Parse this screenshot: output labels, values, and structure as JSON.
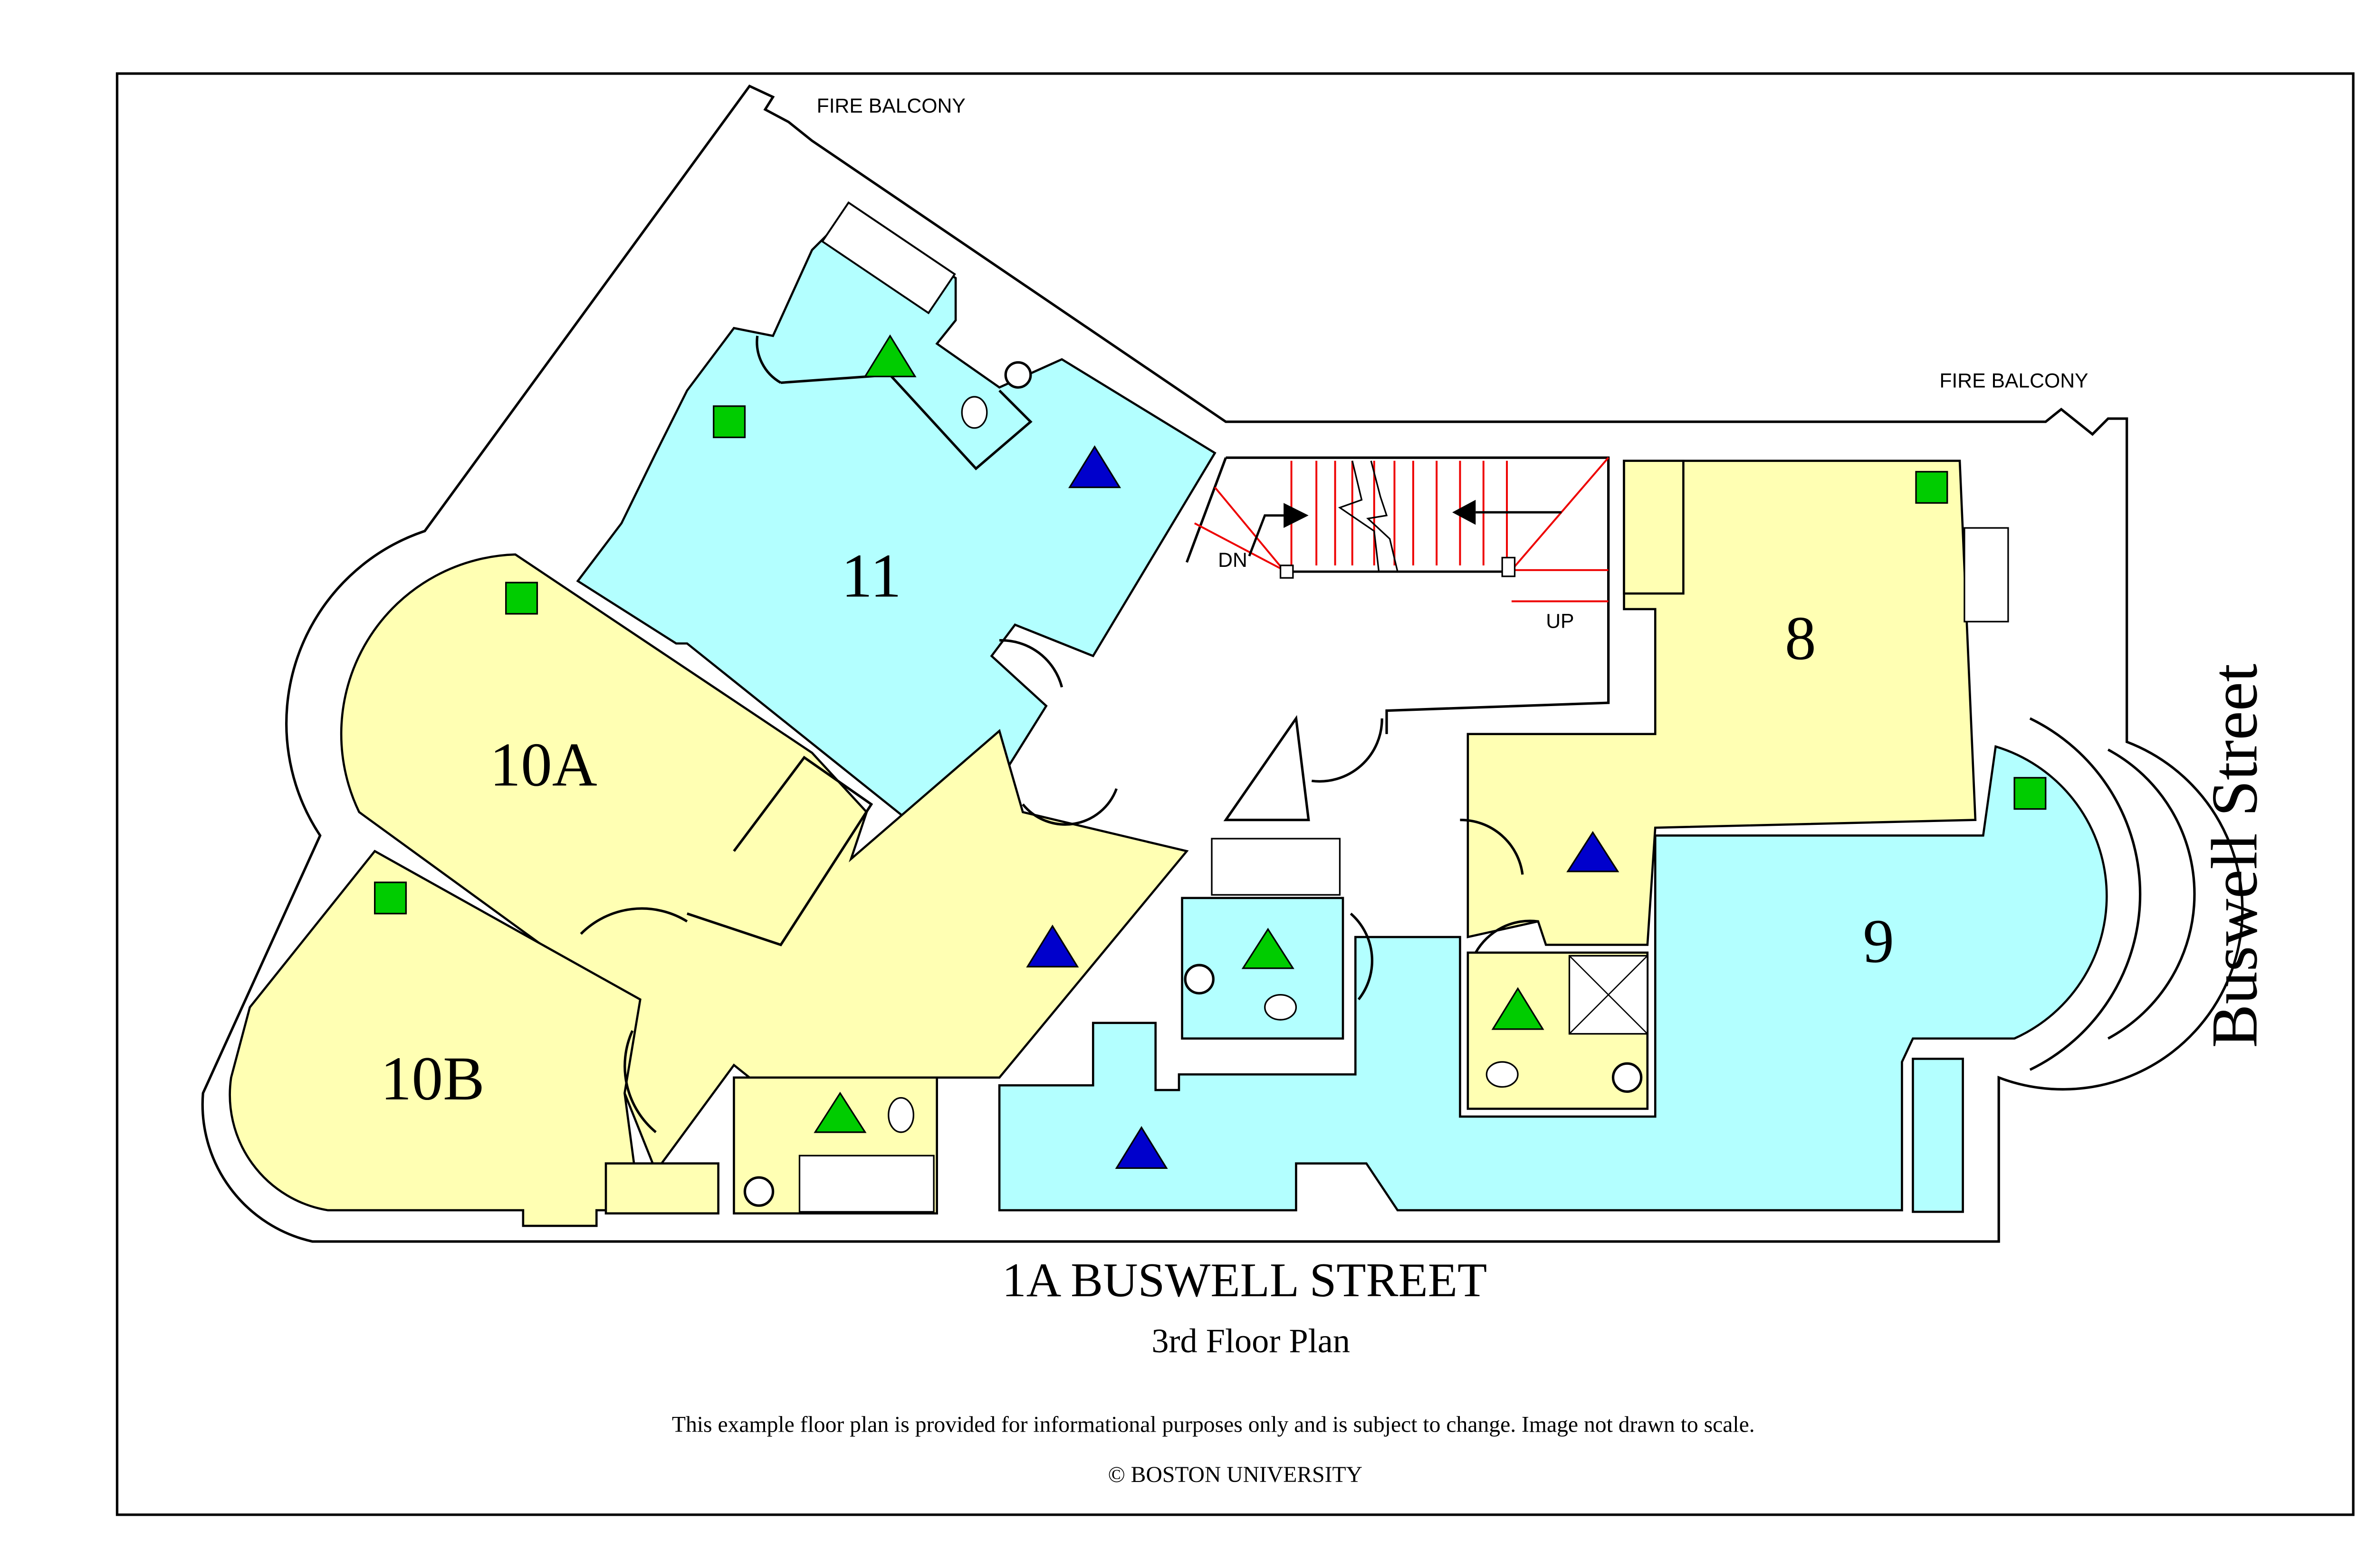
{
  "title": "1A BUSWELL STREET",
  "subtitle": "3rd Floor Plan",
  "disclaimer": "This example floor plan is provided for informational purposes only and is subject to change. Image not drawn to scale.",
  "copyright": "© BOSTON UNIVERSITY",
  "street_label": "Buswell Street",
  "fire_balcony_1": "FIRE  BALCONY",
  "fire_balcony_2": "FIRE  BALCONY",
  "stairs": {
    "down": "DN",
    "up": "UP"
  },
  "rooms": {
    "r11": "11",
    "r10a": "10A",
    "r10b": "10B",
    "r8": "8",
    "r9": "9"
  },
  "colors": {
    "cyan_room": "#b3ffff",
    "yellow_room": "#ffffb3",
    "green_marker": "#00cc00",
    "blue_marker": "#0000cc",
    "stairs": "#e00000"
  }
}
